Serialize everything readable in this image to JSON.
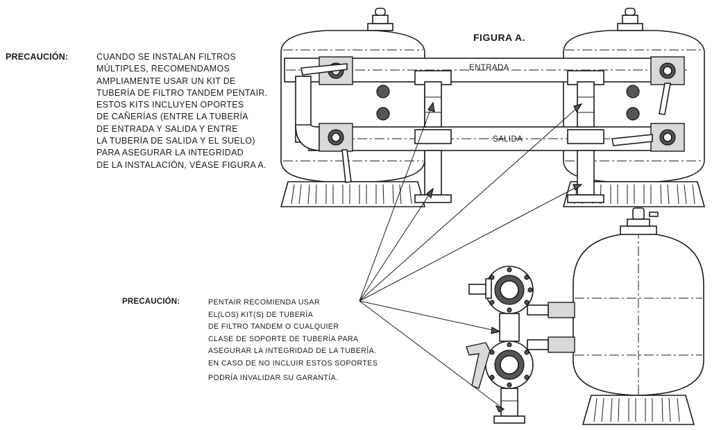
{
  "figure_title": "FIGURA A.",
  "caution1": {
    "label": "PRECAUCIÓN:",
    "lines": [
      "CUANDO SE INSTALAN FILTROS",
      "MÚLTIPLES, RECOMENDAMOS",
      "AMPLIAMENTE USAR UN KIT DE",
      "TUBERÍA DE FILTRO TANDEM PENTAIR.",
      "ESTOS KITS INCLUYEN OPORTES",
      "DE CAÑERÍAS (ENTRE LA TUBERÍA",
      "DE ENTRADA Y SALIDA Y ENTRE",
      "LA TUBERÍA DE SALIDA Y EL SUELO)",
      "PARA ASEGURAR LA INTEGRIDAD",
      "DE LA INSTALACIÓN, VÉASE FIGURA A."
    ]
  },
  "caution2": {
    "label": "PRECAUCIÓN:",
    "lines": [
      "PENTAIR RECOMIENDA USAR",
      "EL(LOS) KIT(S) DE TUBERÍA",
      "DE FILTRO TANDEM O CUALQUIER",
      "CLASE DE SOPORTE DE TUBERÍA PARA",
      "ASEGURAR LA INTEGRIDAD DE LA TUBERÍA.",
      "EN CASO DE NO INCLUIR ESTOS SOPORTES",
      "PODRÍA INVALIDAR SU GARANTÍA."
    ]
  },
  "pipe_labels": {
    "inlet": "ENTRADA",
    "outlet": "SALIDA"
  }
}
